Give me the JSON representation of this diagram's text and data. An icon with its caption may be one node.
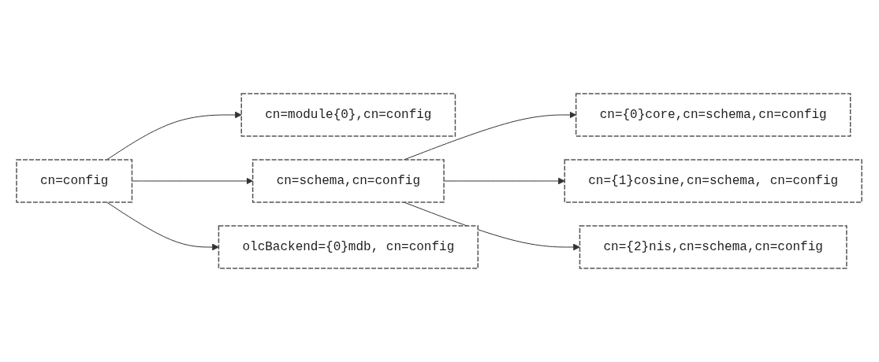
{
  "diagram": {
    "nodes": [
      {
        "text": [
          "cn=config"
        ]
      },
      {
        "text": [
          "cn=module{0},cn=config"
        ]
      },
      {
        "text": [
          "cn=schema,cn=config"
        ]
      },
      {
        "text": [
          "olcBackend={0}mdb, cn=config"
        ]
      },
      {
        "text": [
          "cn={0}core,cn=schema,cn=config"
        ]
      },
      {
        "text": [
          "cn={1}cosine,cn=schema, cn=config"
        ]
      },
      {
        "text": [
          "cn={2}nis,cn=schema,cn=config"
        ]
      }
    ],
    "edges": [
      {
        "from": 0,
        "to": 1,
        "arrow": "to"
      },
      {
        "from": 0,
        "to": 2,
        "arrow": "to"
      },
      {
        "from": 0,
        "to": 3,
        "arrow": "to"
      },
      {
        "from": 2,
        "to": 4,
        "arrow": "to"
      },
      {
        "from": 2,
        "to": 5,
        "arrow": "to"
      },
      {
        "from": 2,
        "to": 6,
        "arrow": "to"
      }
    ]
  }
}
